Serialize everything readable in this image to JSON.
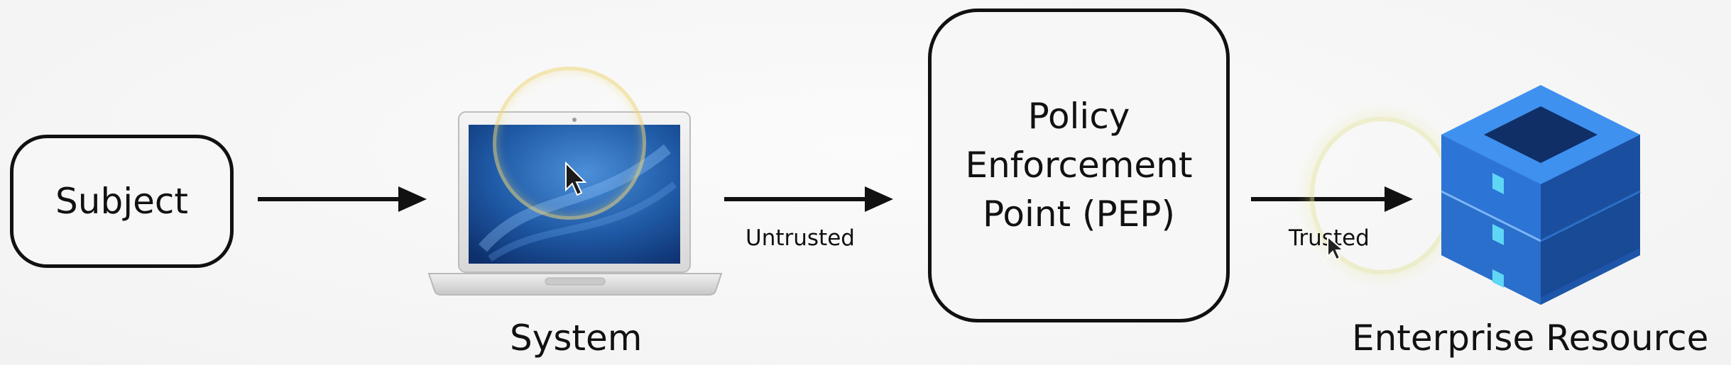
{
  "diagram": {
    "nodes": {
      "subject": {
        "label": "Subject"
      },
      "system": {
        "label": "System",
        "icon": "laptop-icon"
      },
      "pep": {
        "label": "Policy Enforcement Point (PEP)"
      },
      "resource": {
        "label": "Enterprise Resource",
        "icon": "server-icon"
      }
    },
    "edges": [
      {
        "from": "subject",
        "to": "system",
        "label": ""
      },
      {
        "from": "system",
        "to": "pep",
        "label": "Untrusted"
      },
      {
        "from": "pep",
        "to": "resource",
        "label": "Trusted"
      }
    ]
  },
  "colors": {
    "line": "#111111",
    "background": "#f6f6f6",
    "server_blue": "#2f7fe0",
    "server_dark": "#1d4f9a",
    "server_accent": "#5fd6f5",
    "laptop_screen": "#1e5aa8",
    "highlight": "#eed678"
  }
}
